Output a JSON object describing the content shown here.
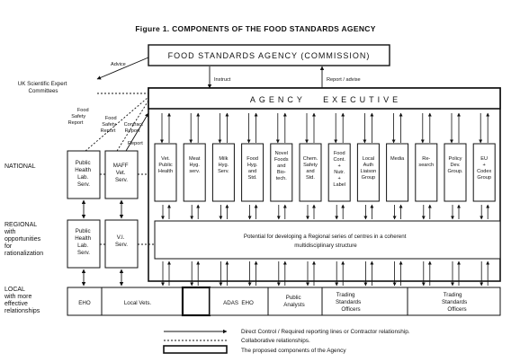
{
  "title": "Figure 1.  COMPONENTS OF THE FOOD STANDARDS AGENCY",
  "commission": "FOOD STANDARDS AGENCY (COMMISSION)",
  "executive": "AGENCY   EXECUTIVE",
  "advice_label": "Advice",
  "instruct_label": "Instruct",
  "report_label": "Report / advise",
  "uk_committees": [
    "UK Scientific Expert",
    "Committees"
  ],
  "food_safety_report": [
    "Food",
    "Safety",
    "Report"
  ],
  "food_safety_report_2": [
    "Food",
    "Safety",
    "Report"
  ],
  "contract_report": [
    "Contract",
    "Report"
  ],
  "report_short": "Report",
  "levels": {
    "national": [
      "NATIONAL"
    ],
    "regional": [
      "REGIONAL",
      "with",
      "opportunities",
      "for",
      "rationalization"
    ],
    "local": [
      "LOCAL",
      "with more",
      "effective",
      "relationships"
    ]
  },
  "national_services": [
    {
      "lines": [
        "Public",
        "Health",
        "Lab.",
        "Serv."
      ]
    },
    {
      "lines": [
        "MAFF",
        "Vet.",
        "Serv."
      ]
    }
  ],
  "regional_services": [
    {
      "lines": [
        "Public",
        "Health",
        "Lab.",
        "Serv."
      ]
    },
    {
      "lines": [
        "V.I.",
        "Serv."
      ]
    }
  ],
  "divisions": [
    {
      "lines": [
        "Vet.",
        "Public",
        "Health"
      ]
    },
    {
      "lines": [
        "Meat",
        "Hyg.",
        "serv."
      ]
    },
    {
      "lines": [
        "Milk",
        "Hyg.",
        "Serv."
      ]
    },
    {
      "lines": [
        "Food",
        "Hyg.",
        "and",
        "Std."
      ]
    },
    {
      "lines": [
        "Novel",
        "Foods",
        "and",
        "Bio-",
        "tech."
      ]
    },
    {
      "lines": [
        "Chem.",
        "Safety",
        "and",
        "Std."
      ]
    },
    {
      "lines": [
        "Food",
        "Cont.",
        "+",
        "Nutr.",
        "+",
        "Label"
      ]
    },
    {
      "lines": [
        "Local",
        "Auth",
        "Liaison",
        "Group"
      ]
    },
    {
      "lines": [
        "Media"
      ]
    },
    {
      "lines": [
        "Re-",
        "search"
      ]
    },
    {
      "lines": [
        "Policy",
        "Dev.",
        "Group."
      ]
    },
    {
      "lines": [
        "EU",
        "+",
        "Codex",
        "Group"
      ]
    }
  ],
  "regional_band": [
    "Potential for developing a Regional series of centres in a coherent",
    "multidisciplinary structure"
  ],
  "local_units": [
    {
      "lines": [
        "EHO"
      ]
    },
    {
      "lines": [
        "Local Vets."
      ]
    },
    {
      "lines": [
        "ADAS  EHO"
      ]
    },
    {
      "lines": [
        "Public",
        "Analysts"
      ]
    },
    {
      "lines": [
        "Trading",
        "Standards",
        "Officers"
      ]
    },
    {
      "lines": [
        "Trading",
        "Standards",
        "Officers"
      ]
    }
  ],
  "legend": [
    "Direct Control / Required reporting lines or Contractor relationship.",
    "Collaborative relationships.",
    "The proposed components of the Agency"
  ]
}
